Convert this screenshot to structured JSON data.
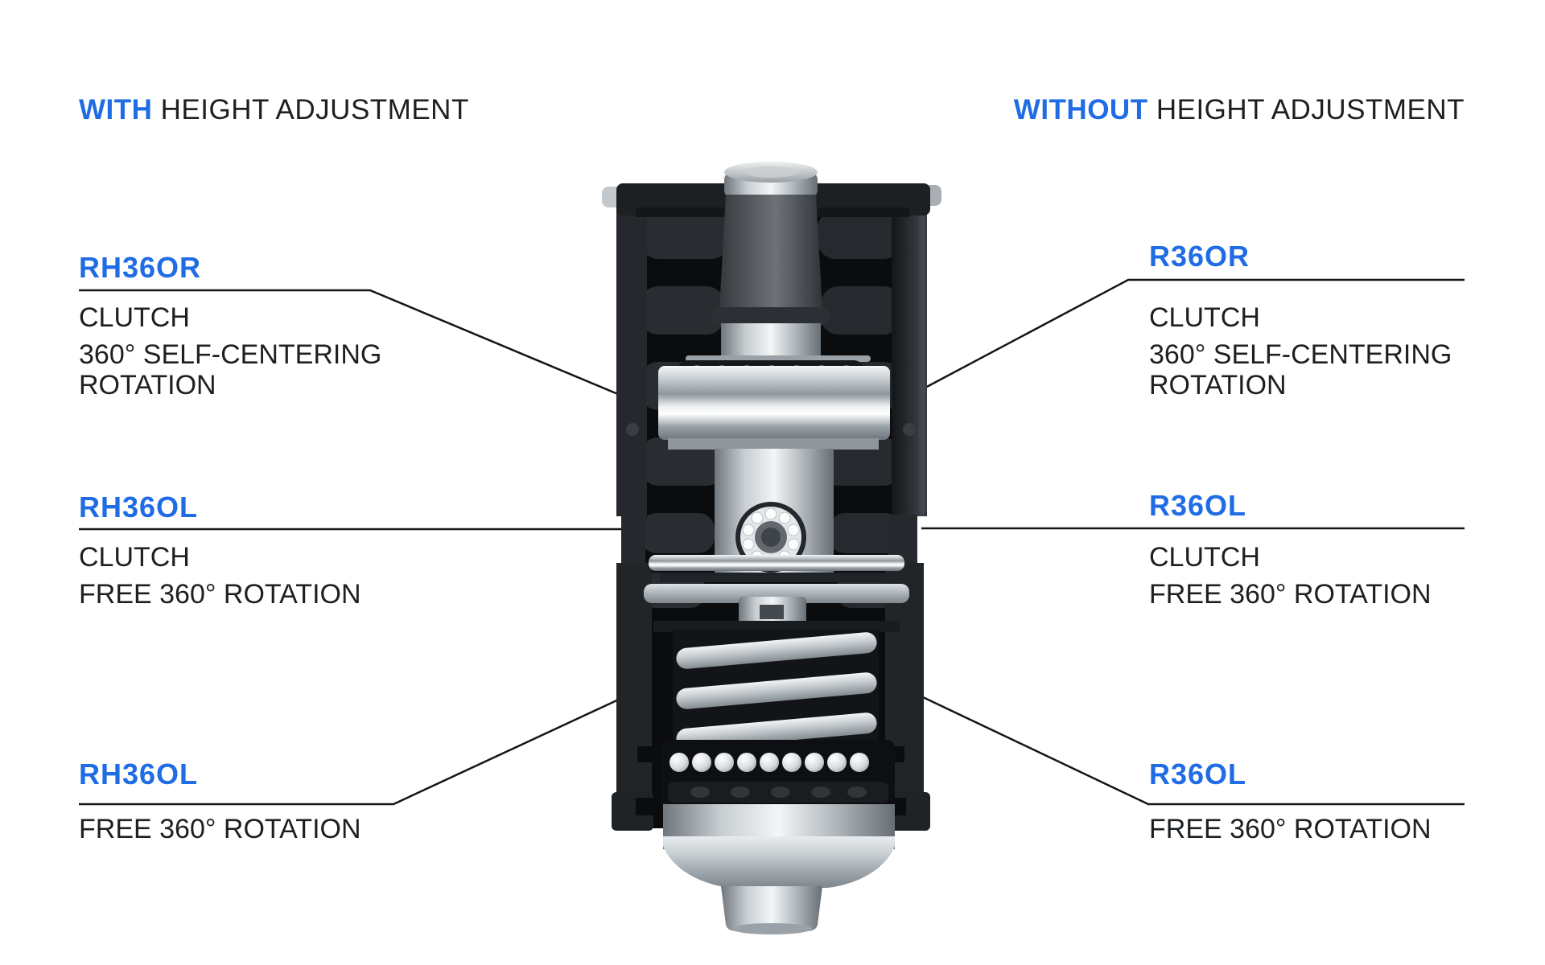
{
  "titles": {
    "left": {
      "highlight": "WITH",
      "rest": "HEIGHT ADJUSTMENT"
    },
    "right": {
      "highlight": "WITHOUT",
      "rest": "HEIGHT ADJUSTMENT"
    }
  },
  "callouts": {
    "left": [
      {
        "name": "RH36OR",
        "lines": [
          "CLUTCH",
          "360° SELF-CENTERING ROTATION"
        ]
      },
      {
        "name": "RH36OL",
        "lines": [
          "CLUTCH",
          "FREE 360° ROTATION"
        ]
      },
      {
        "name": "RH36OL",
        "lines": [
          "FREE 360° ROTATION"
        ]
      }
    ],
    "right": [
      {
        "name": "R36OR",
        "lines": [
          "CLUTCH",
          "360° SELF-CENTERING ROTATION"
        ]
      },
      {
        "name": "R36OL",
        "lines": [
          "CLUTCH",
          "FREE 360° ROTATION"
        ]
      },
      {
        "name": "R36OL",
        "lines": [
          "FREE 360° ROTATION"
        ]
      }
    ]
  },
  "colors": {
    "accent_blue": "#1f6ce4",
    "text_dark": "#1d2023",
    "leader_line": "#151515",
    "page_bg": "#ffffff"
  }
}
